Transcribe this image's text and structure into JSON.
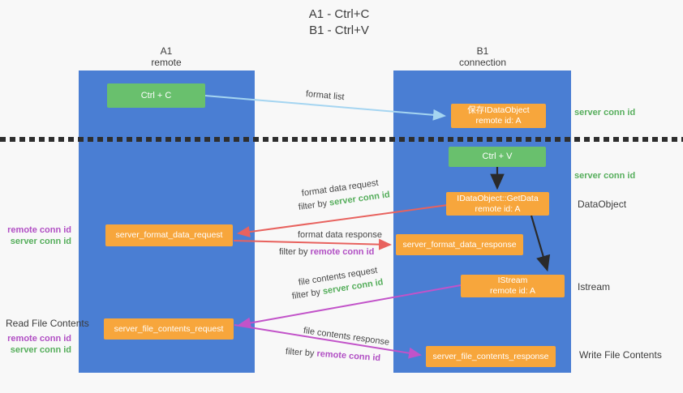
{
  "title": {
    "line1": "A1 - Ctrl+C",
    "line2": "B1 - Ctrl+V"
  },
  "columns": {
    "left": {
      "name": "A1",
      "subtitle": "remote"
    },
    "right": {
      "name": "B1",
      "subtitle": "connection"
    }
  },
  "boxes": {
    "ctrl_c": {
      "label": "Ctrl + C"
    },
    "save_idataobject": {
      "line1": "保存IDataObject",
      "line2": "remote id: A"
    },
    "ctrl_v": {
      "label": "Ctrl + V"
    },
    "getdata": {
      "line1": "IDataObject::GetData",
      "line2": "remote id: A"
    },
    "format_request": {
      "label": "server_format_data_request"
    },
    "format_response": {
      "label": "server_format_data_response"
    },
    "istream": {
      "line1": "IStream",
      "line2": "remote id: A"
    },
    "file_request": {
      "label": "server_file_contents_request"
    },
    "file_response": {
      "label": "server_file_contents_response"
    }
  },
  "arrow_labels": {
    "format_list": "format list",
    "format_data_request": "format data request",
    "format_request_filter_prefix": "filter by ",
    "format_request_filter_value": "server conn id",
    "format_data_response": "format data response",
    "format_response_filter_prefix": "filter by ",
    "format_response_filter_value": "remote conn id",
    "file_contents_request": "file contents request",
    "file_request_filter_prefix": "filter by ",
    "file_request_filter_value": "server conn id",
    "file_contents_response": "file contents response",
    "file_response_filter_prefix": "filter by ",
    "file_response_filter_value": "remote conn id"
  },
  "annotations": {
    "server_conn_id_top": "server conn id",
    "server_conn_id_mid": "server conn id",
    "dataobject": "DataObject",
    "istream": "Istream",
    "write_file_contents": "Write File Contents",
    "read_file_contents": "Read File Contents",
    "format_remote_conn_id": "remote conn id",
    "format_server_conn_id": "server conn id",
    "file_remote_conn_id": "remote conn id",
    "file_server_conn_id": "server conn id"
  },
  "colors": {
    "column_blue": "#4a7ed3",
    "box_green": "#69c06d",
    "box_orange": "#f7a63c",
    "text_green": "#56ae5c",
    "text_purple": "#b14fc4",
    "arrow_red": "#e8625e",
    "arrow_magenta": "#c253c9",
    "arrow_lightblue": "#a5d5f1",
    "arrow_black": "#2a2a2a"
  }
}
